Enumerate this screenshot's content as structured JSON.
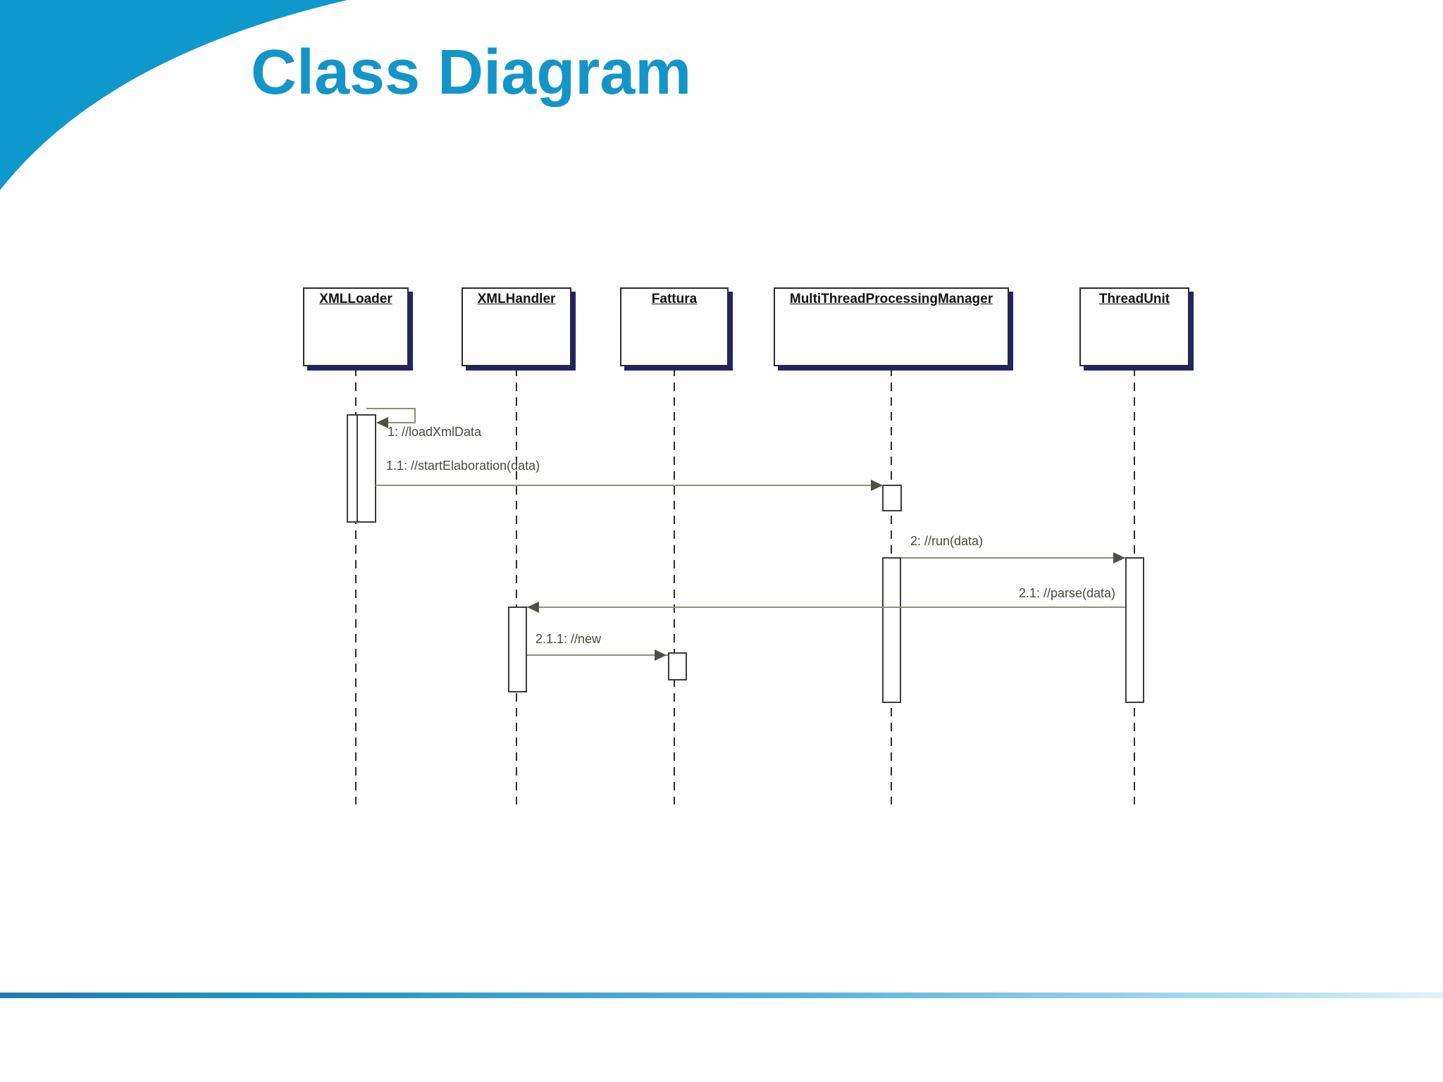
{
  "slide": {
    "title": "Class Diagram"
  },
  "colors": {
    "accent_blue": "#1495c9",
    "swoosh_blue": "#0f98cc",
    "box_shadow_navy": "#232366",
    "message_line": "#8f8f78",
    "arrow_head": "#4f4f45",
    "footer_gradient_left": "#1b7fb0",
    "footer_gradient_right": "#dff2fb"
  },
  "diagram": {
    "type": "uml-sequence",
    "classes": [
      "XMLLoader",
      "XMLHandler",
      "Fattura",
      "MultiThreadProcessingManager",
      "ThreadUnit"
    ],
    "messages": [
      "1: //loadXmlData",
      "1.1: //startElaboration(data)",
      "2: //run(data)",
      "2.1: //parse(data)",
      "2.1.1: //new"
    ]
  }
}
